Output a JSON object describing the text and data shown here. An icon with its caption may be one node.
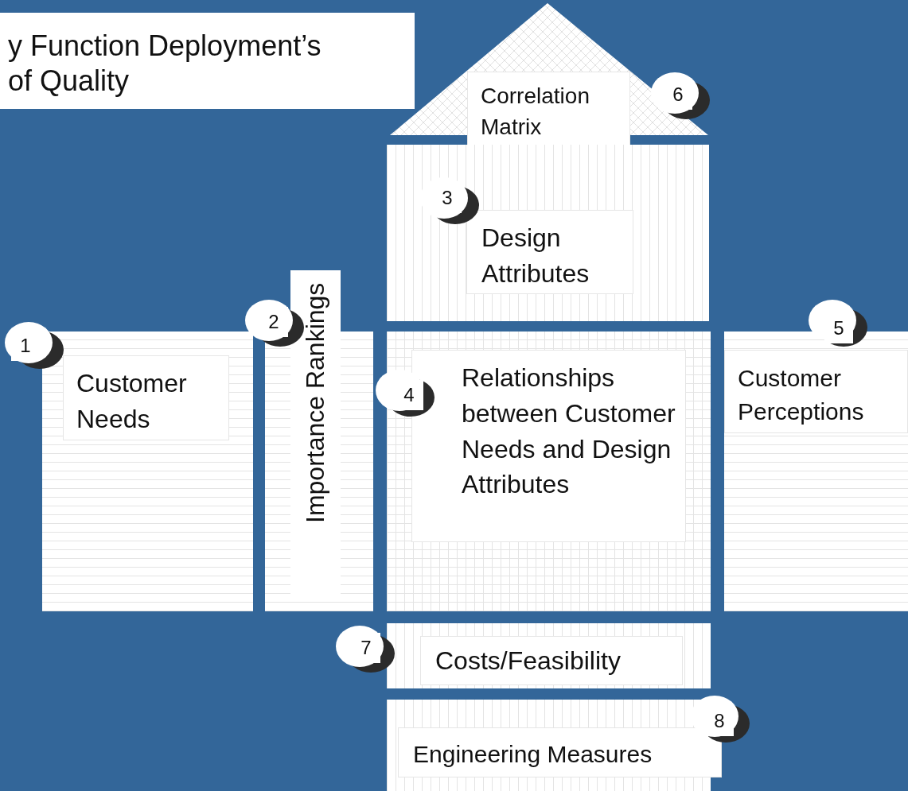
{
  "diagram": {
    "title": "y Function Deployment’s of Quality",
    "nodes": [
      {
        "text": [
          "Correlation Matrix"
        ]
      },
      {
        "text": [
          "6"
        ]
      },
      {
        "text": [
          "Design Attributes"
        ]
      },
      {
        "text": [
          "3"
        ],
        "in": 2
      },
      {
        "text": [
          "1"
        ]
      },
      {
        "text": [
          "Customer Needs"
        ]
      },
      {
        "text": [
          "2"
        ]
      },
      {
        "text": [
          "Importance Rankings"
        ]
      },
      {
        "text": [
          "4"
        ]
      },
      {
        "text": [
          "Relationships between Customer Needs and Design Attributes"
        ]
      },
      {
        "text": [
          "5"
        ]
      },
      {
        "text": [
          "Customer Perceptions"
        ]
      },
      {
        "text": [
          "7"
        ]
      },
      {
        "text": [
          "Costs/Feasibility"
        ]
      },
      {
        "text": [
          "8"
        ]
      },
      {
        "text": [
          "Engineering Measures"
        ]
      }
    ]
  }
}
